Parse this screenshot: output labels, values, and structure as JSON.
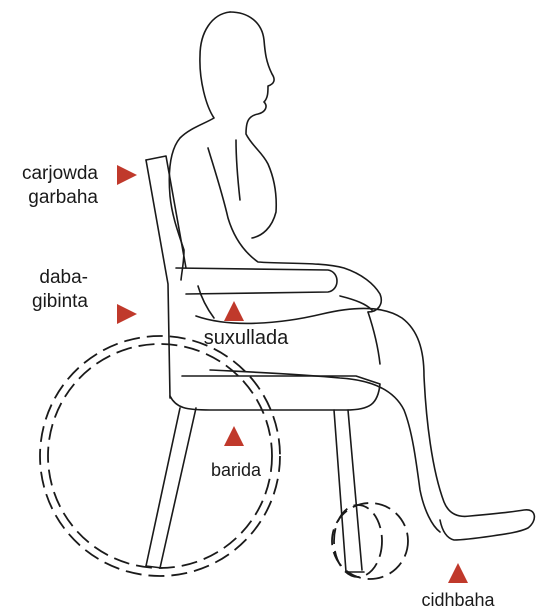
{
  "colors": {
    "marker": "#c0392b",
    "ink": "#1a1a1a"
  },
  "labels": {
    "backrest": {
      "line1": "carjowda",
      "line2": "garbaha"
    },
    "armrest": {
      "line1": "daba-",
      "line2": "gibinta"
    },
    "seat": "suxullada",
    "front": "barida",
    "footrest": "cidhbaha"
  },
  "markers": [
    {
      "name": "backrest-marker",
      "shape": "triangle-right"
    },
    {
      "name": "armrest-marker",
      "shape": "triangle-right"
    },
    {
      "name": "seat-marker",
      "shape": "triangle-up"
    },
    {
      "name": "front-marker",
      "shape": "triangle-up"
    },
    {
      "name": "footrest-marker",
      "shape": "triangle-up"
    }
  ]
}
